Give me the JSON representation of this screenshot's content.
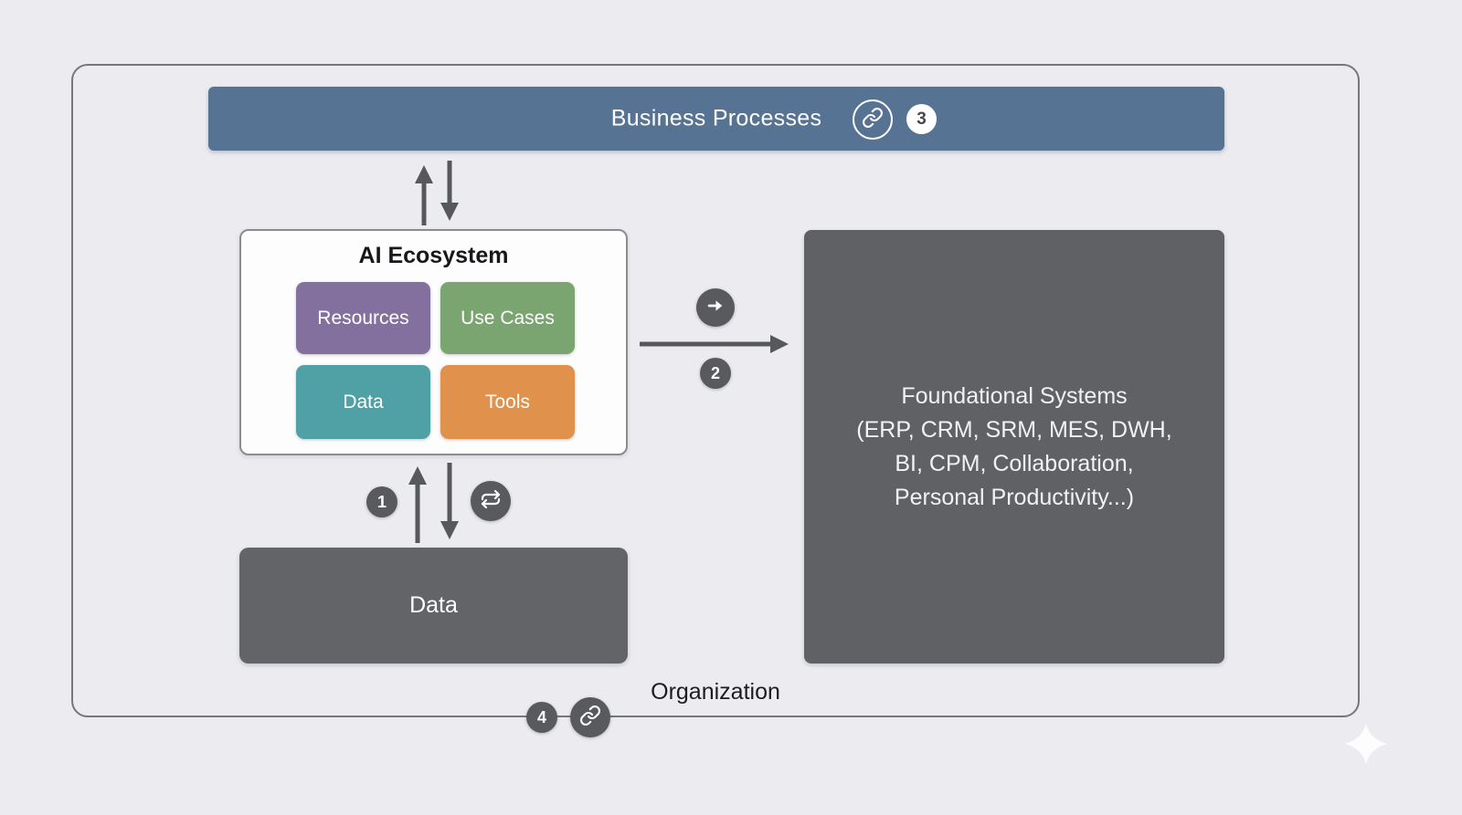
{
  "diagram": {
    "business_processes": {
      "label": "Business Processes",
      "badge": "3",
      "link_icon": "link-icon"
    },
    "ai_ecosystem": {
      "title": "AI Ecosystem",
      "boxes": [
        {
          "label": "Resources",
          "color": "#84709f"
        },
        {
          "label": "Use Cases",
          "color": "#7aa570"
        },
        {
          "label": "Data",
          "color": "#4fa1a6"
        },
        {
          "label": "Tools",
          "color": "#e0914c"
        }
      ]
    },
    "flow_right": {
      "badge": "2",
      "icon": "arrow-right-icon"
    },
    "flow_bottom": {
      "badge": "1",
      "icon": "sync-icon"
    },
    "foundational_systems": {
      "text": "Foundational Systems\n(ERP, CRM, SRM, MES, DWH,\nBI, CPM, Collaboration,\nPersonal Productivity...)"
    },
    "data_store": {
      "label": "Data"
    },
    "organization": {
      "label": "Organization",
      "badge": "4",
      "link_icon": "link-icon"
    },
    "decoration": {
      "icon": "sparkle-icon"
    },
    "colors": {
      "background": "#ebebf0",
      "bar_blue": "#567394",
      "resources_purple": "#84709f",
      "use_cases_green": "#7aa570",
      "data_teal": "#4fa1a6",
      "tools_orange": "#e0914c",
      "dark_panel": "#5f6164",
      "arrow_gray": "#56585c"
    }
  }
}
